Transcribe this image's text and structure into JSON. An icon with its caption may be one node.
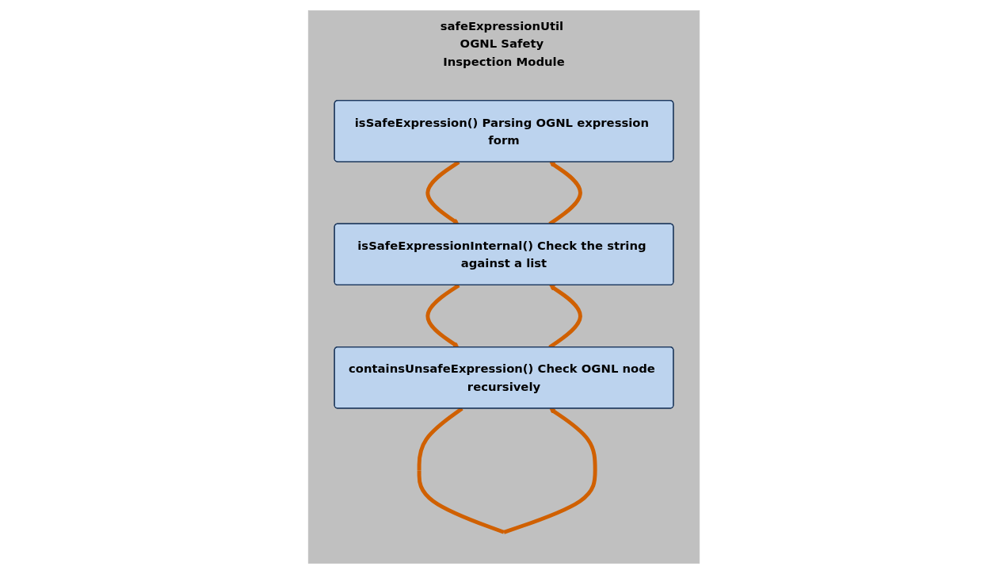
{
  "diagram": {
    "nodes": [
      {
        "text": [
          "safeExpressionUtil OGNL Safety Inspection Module"
        ]
      },
      {
        "text": [
          "isSafeExpression() Parsing OGNL expression form"
        ],
        "in": 0
      },
      {
        "text": [
          "isSafeExpressionInternal() Check the string against a list"
        ],
        "in": 0
      },
      {
        "text": [
          "containsUnsafeExpression() Check OGNL node recursively"
        ],
        "in": 0
      }
    ],
    "edges": [
      {
        "from": 1,
        "to": 2,
        "arrow": "to"
      },
      {
        "from": 2,
        "to": 3,
        "arrow": "to"
      },
      {
        "from": 3,
        "to": 2,
        "arrow": "to"
      },
      {
        "from": 2,
        "to": 1,
        "arrow": "to"
      },
      {
        "from": 3,
        "to": 3,
        "arrow": "to"
      }
    ]
  }
}
